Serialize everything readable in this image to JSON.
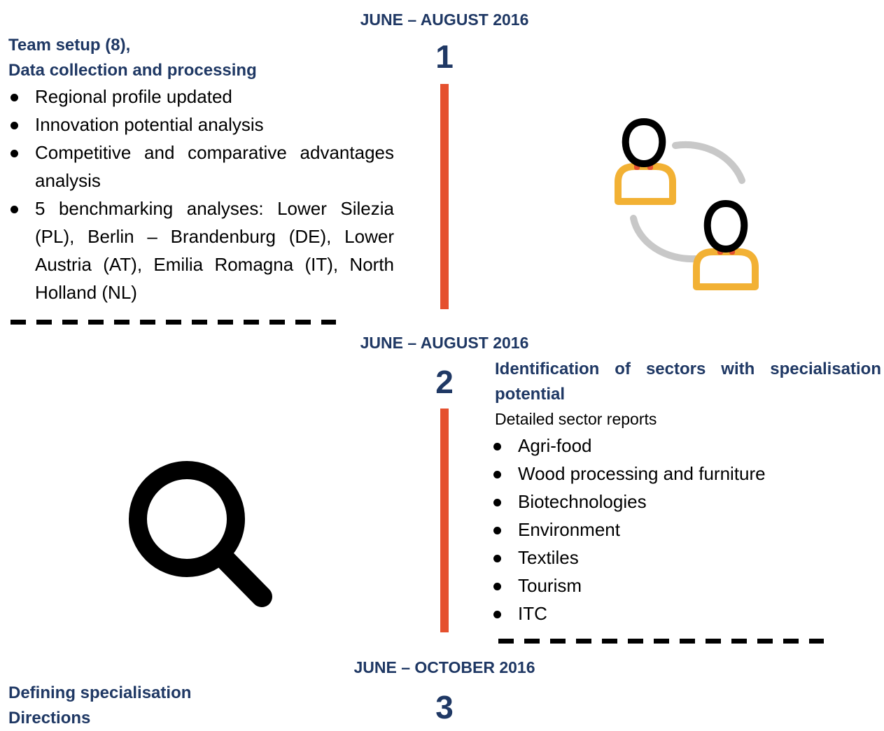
{
  "step1": {
    "date": "JUNE – AUGUST 2016",
    "number": "1",
    "heading_line1": "Team setup (8),",
    "heading_line2": "Data collection and processing",
    "items": [
      "Regional profile updated",
      "Innovation potential analysis",
      "Competitive and comparative advantages analysis",
      "5 benchmarking analyses: Lower Silezia (PL), Berlin – Brandenburg (DE), Lower Austria (AT), Emilia Romagna (IT), North Holland (NL)"
    ],
    "icon": "team-exchange-icon"
  },
  "step2": {
    "date": "JUNE – AUGUST 2016",
    "number": "2",
    "heading": "Identification of sectors with specialisation potential",
    "subheading": "Detailed sector reports",
    "items": [
      "Agri-food",
      "Wood processing and furniture",
      "Biotechnologies",
      "Environment",
      "Textiles",
      "Tourism",
      "ITC"
    ],
    "icon": "magnifier-icon"
  },
  "step3": {
    "date": "JUNE – OCTOBER 2016",
    "number": "3",
    "heading_line1": "Defining specialisation",
    "heading_line2": "Directions"
  },
  "colors": {
    "heading": "#1f3864",
    "timeline_bar": "#e5502e",
    "person_body": "#f2b134",
    "person_head": "#000000",
    "connector": "#c8c8c8",
    "neck": "#e5502e"
  }
}
